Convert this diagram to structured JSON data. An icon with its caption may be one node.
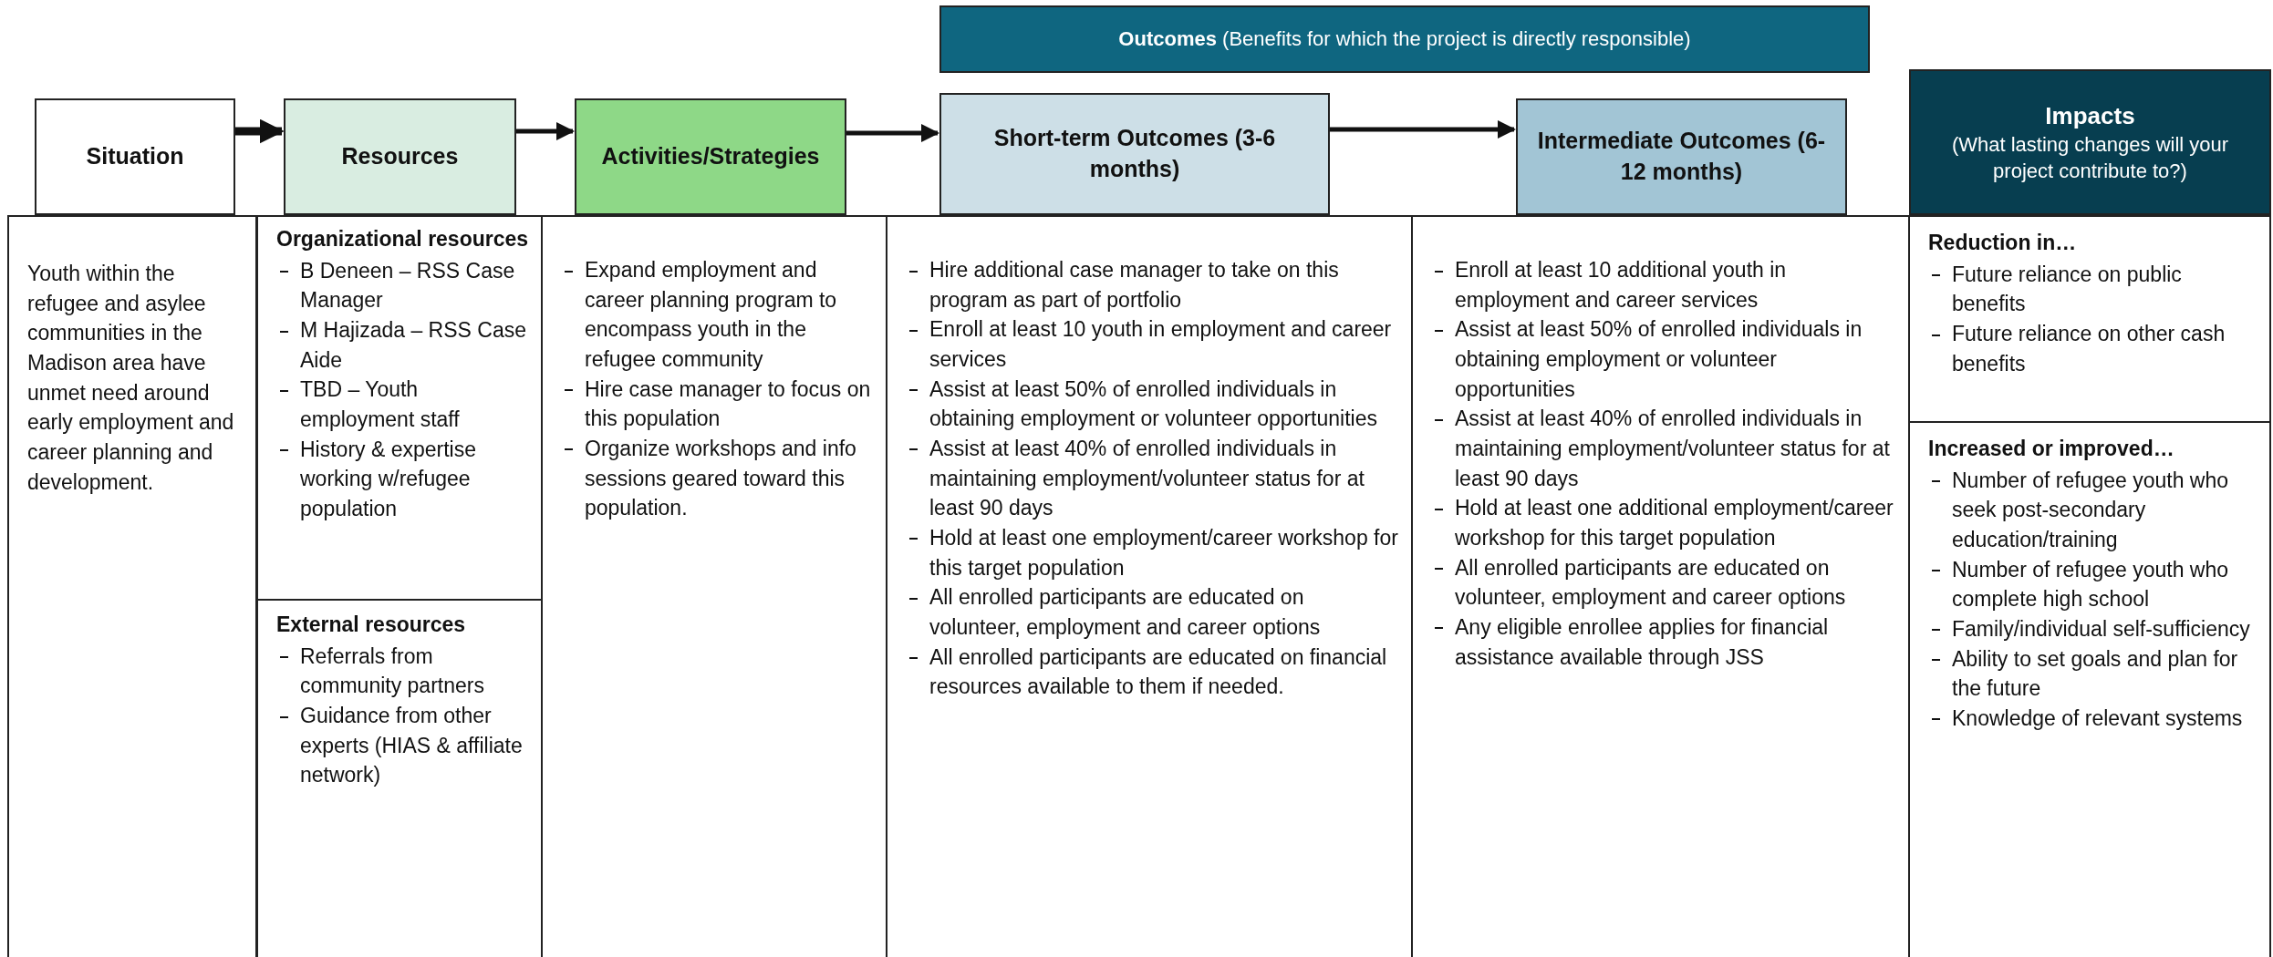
{
  "diagram": {
    "nodes": [
      {
        "text": [
          "**Outcomes** (Benefits for which the project is directly responsible)"
        ]
      },
      {
        "text": [
          "Situation"
        ]
      },
      {
        "text": [
          "Resources"
        ]
      },
      {
        "text": [
          "Activities/Strategies"
        ]
      },
      {
        "text": [
          "Short-term Outcomes (3-6 months)"
        ]
      },
      {
        "text": [
          "Intermediate Outcomes (6-12 months)"
        ]
      },
      {
        "text": [
          "Impacts",
          "(What lasting changes will your project contribute to?)"
        ]
      },
      {
        "text": [
          "Youth within the refugee and asylee communities in the Madison area have unmet need around early employment and career planning and development."
        ]
      },
      {
        "text": [
          "Organizational resources",
          "B Deneen – RSS Case Manager",
          "M Hajizada – RSS Case Aide",
          "TBD – Youth employment staff",
          "History & expertise working w/refugee population"
        ]
      },
      {
        "text": [
          "External resources",
          "Referrals from community partners",
          "Guidance from other experts (HIAS & affiliate network)"
        ]
      },
      {
        "text": [
          "Expand employment and career planning program to encompass youth in the refugee community",
          "Hire case manager to focus on this population",
          "Organize workshops and info sessions geared toward this population."
        ]
      },
      {
        "text": [
          "Hire additional case manager to take on this program as part of portfolio",
          "Enroll at least 10 youth in employment and career services",
          "Assist at least 50% of enrolled individuals in obtaining employment or volunteer opportunities",
          "Assist at least 40% of enrolled individuals in maintaining employment/volunteer status for at least 90 days",
          "Hold at least one employment/career workshop for this target population",
          "All enrolled participants are educated on volunteer, employment and career options",
          "All enrolled participants are educated on financial resources available to them if needed."
        ]
      },
      {
        "text": [
          "Enroll at least 10 additional youth in employment and career services",
          "Assist at least 50% of enrolled individuals in obtaining employment or volunteer opportunities",
          "Assist at least 40% of enrolled individuals in maintaining employment/volunteer status for at least 90 days",
          "Hold at least one additional employment/career workshop for this target population",
          "All enrolled participants are educated on volunteer, employment and career options",
          "Any eligible enrollee applies for financial assistance available through JSS"
        ]
      },
      {
        "text": [
          "Reduction in…",
          "Future reliance on public benefits",
          "Future reliance on other cash benefits"
        ]
      },
      {
        "text": [
          "Increased or improved…",
          "Number of refugee youth who seek post-secondary education/training",
          "Number of refugee youth who complete high school",
          "Family/individual self-sufficiency",
          "Ability to set goals and plan for the future",
          "Knowledge of relevant systems"
        ]
      }
    ],
    "edges": [
      {
        "from": 1,
        "to": 2,
        "arrow": "to",
        "style": "thick"
      },
      {
        "from": 2,
        "to": 3,
        "arrow": "to"
      },
      {
        "from": 3,
        "to": 4,
        "arrow": "to"
      },
      {
        "from": 4,
        "to": 5,
        "arrow": "to"
      }
    ]
  }
}
